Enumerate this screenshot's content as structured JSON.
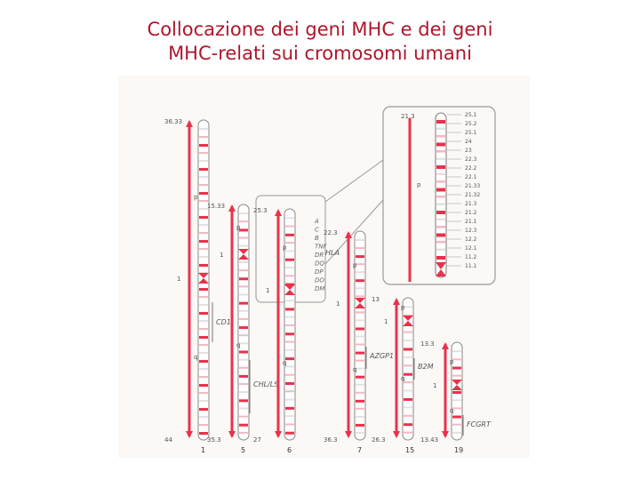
{
  "title": {
    "line1": "Collocazione dei geni MHC e dei geni",
    "line2": "MHC-relati sui cromosomi umani"
  },
  "colors": {
    "title": "#b0152a",
    "band": "#e8324a",
    "light_band": "#f6b7c0",
    "gene_label": "#555555"
  },
  "chromosomes": [
    {
      "id": "chr1",
      "name": "1",
      "top_band": "36.33",
      "bottom_band": "44",
      "p_label": "p",
      "q_label": "q",
      "centromere_label": "1",
      "gene": "CD1"
    },
    {
      "id": "chr5",
      "name": "5",
      "top_band": "15.33",
      "bottom_band": "35.3",
      "p_label": "p",
      "q_label": "q",
      "centromere_label": "1",
      "gene": "CHL/LS"
    },
    {
      "id": "chr6",
      "name": "6",
      "top_band": "25.3",
      "bottom_band": "27",
      "p_label": "p",
      "q_label": "q",
      "centromere_label": "1",
      "gene": "HLA"
    },
    {
      "id": "chr7",
      "name": "7",
      "top_band": "22.3",
      "bottom_band": "36.3",
      "p_label": "p",
      "q_label": "q",
      "centromere_label": "1",
      "gene": "AZGP1"
    },
    {
      "id": "chr15",
      "name": "15",
      "top_band": "13",
      "bottom_band": "26.3",
      "p_label": "p",
      "q_label": "q",
      "centromere_label": "1",
      "gene": "B2M"
    },
    {
      "id": "chr19",
      "name": "19",
      "top_band": "13.3",
      "bottom_band": "13.43",
      "p_label": "p",
      "q_label": "q",
      "centromere_label": "1",
      "gene": "FCGRT"
    }
  ],
  "hla_genes": [
    "A",
    "C",
    "B",
    "TNF",
    "DR",
    "DQ",
    "DP",
    "DO",
    "DM"
  ],
  "zoom_panel": {
    "top_label": "21.3",
    "band_labels": [
      "25.1",
      "25.2",
      "25.1",
      "24",
      "23",
      "22.3",
      "22.2",
      "22.1",
      "21.33",
      "21.32",
      "21.3",
      "21.2",
      "21.1",
      "12.3",
      "12.2",
      "12.1",
      "11.2",
      "11.1"
    ],
    "p_label": "p"
  }
}
